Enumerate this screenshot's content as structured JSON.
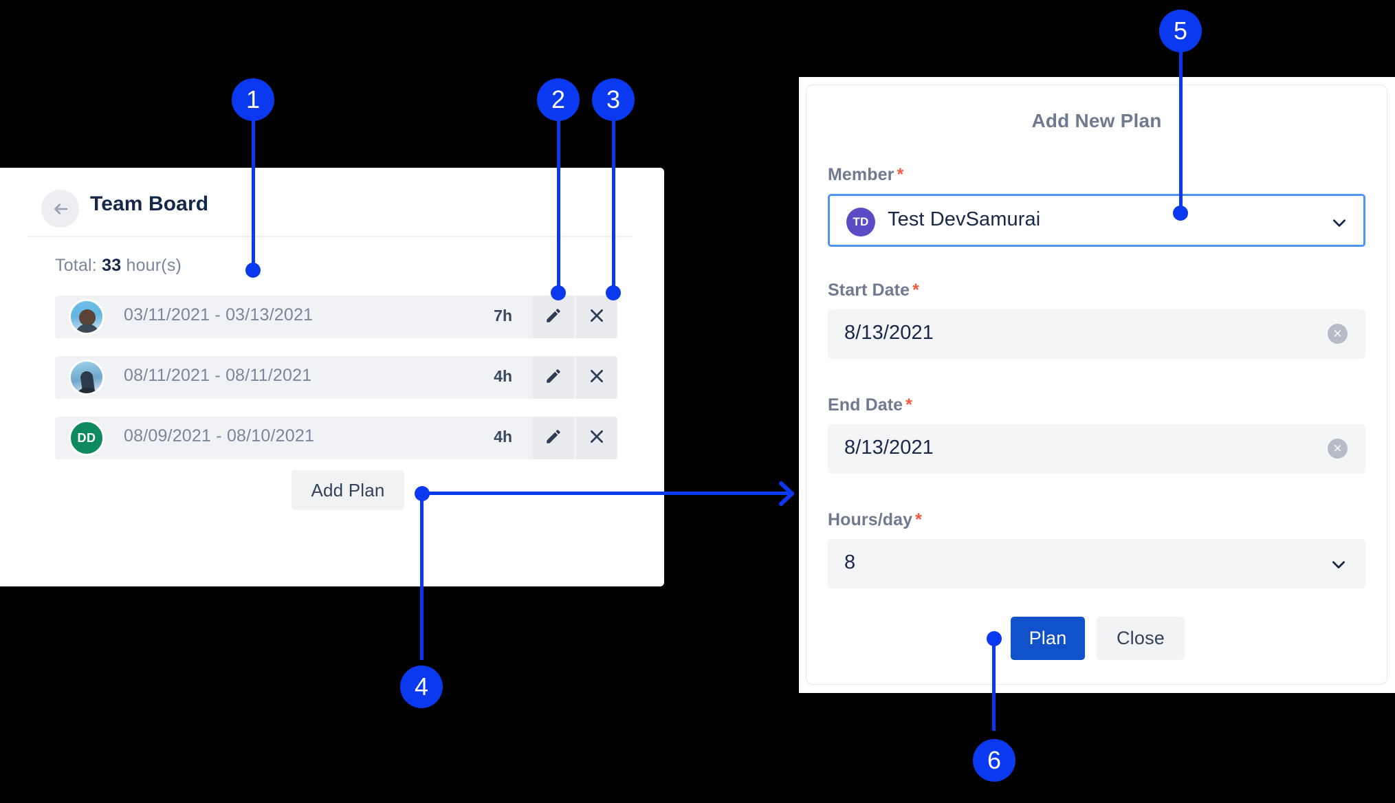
{
  "team_board": {
    "title": "Team Board",
    "back_icon": "arrow-left-icon",
    "total_prefix": "Total: ",
    "total_value": "33",
    "total_suffix": " hour(s)",
    "add_plan_label": "Add Plan",
    "rows": [
      {
        "avatar_type": "photo",
        "avatar_initials": "",
        "range": "03/11/2021 - 03/13/2021",
        "hours": "7h",
        "edit_icon": "pencil-icon",
        "delete_icon": "close-x-icon"
      },
      {
        "avatar_type": "photo",
        "avatar_initials": "",
        "range": "08/11/2021 - 08/11/2021",
        "hours": "4h",
        "edit_icon": "pencil-icon",
        "delete_icon": "close-x-icon"
      },
      {
        "avatar_type": "initials",
        "avatar_initials": "DD",
        "range": "08/09/2021 - 08/10/2021",
        "hours": "4h",
        "edit_icon": "pencil-icon",
        "delete_icon": "close-x-icon"
      }
    ]
  },
  "dialog": {
    "title": "Add New Plan",
    "required_mark": "*",
    "member": {
      "label": "Member",
      "avatar_initials": "TD",
      "value": "Test DevSamurai",
      "chevron_icon": "chevron-down-icon"
    },
    "start_date": {
      "label": "Start Date",
      "value": "8/13/2021",
      "clear_icon": "clear-circle-icon",
      "clear_glyph": "✕"
    },
    "end_date": {
      "label": "End Date",
      "value": "8/13/2021",
      "clear_icon": "clear-circle-icon",
      "clear_glyph": "✕"
    },
    "hours_per_day": {
      "label": "Hours/day",
      "value": "8",
      "chevron_icon": "chevron-down-icon"
    },
    "primary_button": "Plan",
    "secondary_button": "Close"
  },
  "callouts": [
    {
      "number": "1"
    },
    {
      "number": "2"
    },
    {
      "number": "3"
    },
    {
      "number": "4"
    },
    {
      "number": "5"
    },
    {
      "number": "6"
    }
  ],
  "colors": {
    "callout_blue": "#0b39f0",
    "primary_blue": "#1152ca",
    "focus_blue": "#4d94f5",
    "required_red": "#f4593e",
    "label_gray": "#6d7a90",
    "text_navy": "#16284a",
    "row_bg": "#f0f2f5",
    "field_bg": "#f4f5f7",
    "avatar_purple": "#5b4bc4",
    "avatar_green": "#0f8a5f"
  }
}
